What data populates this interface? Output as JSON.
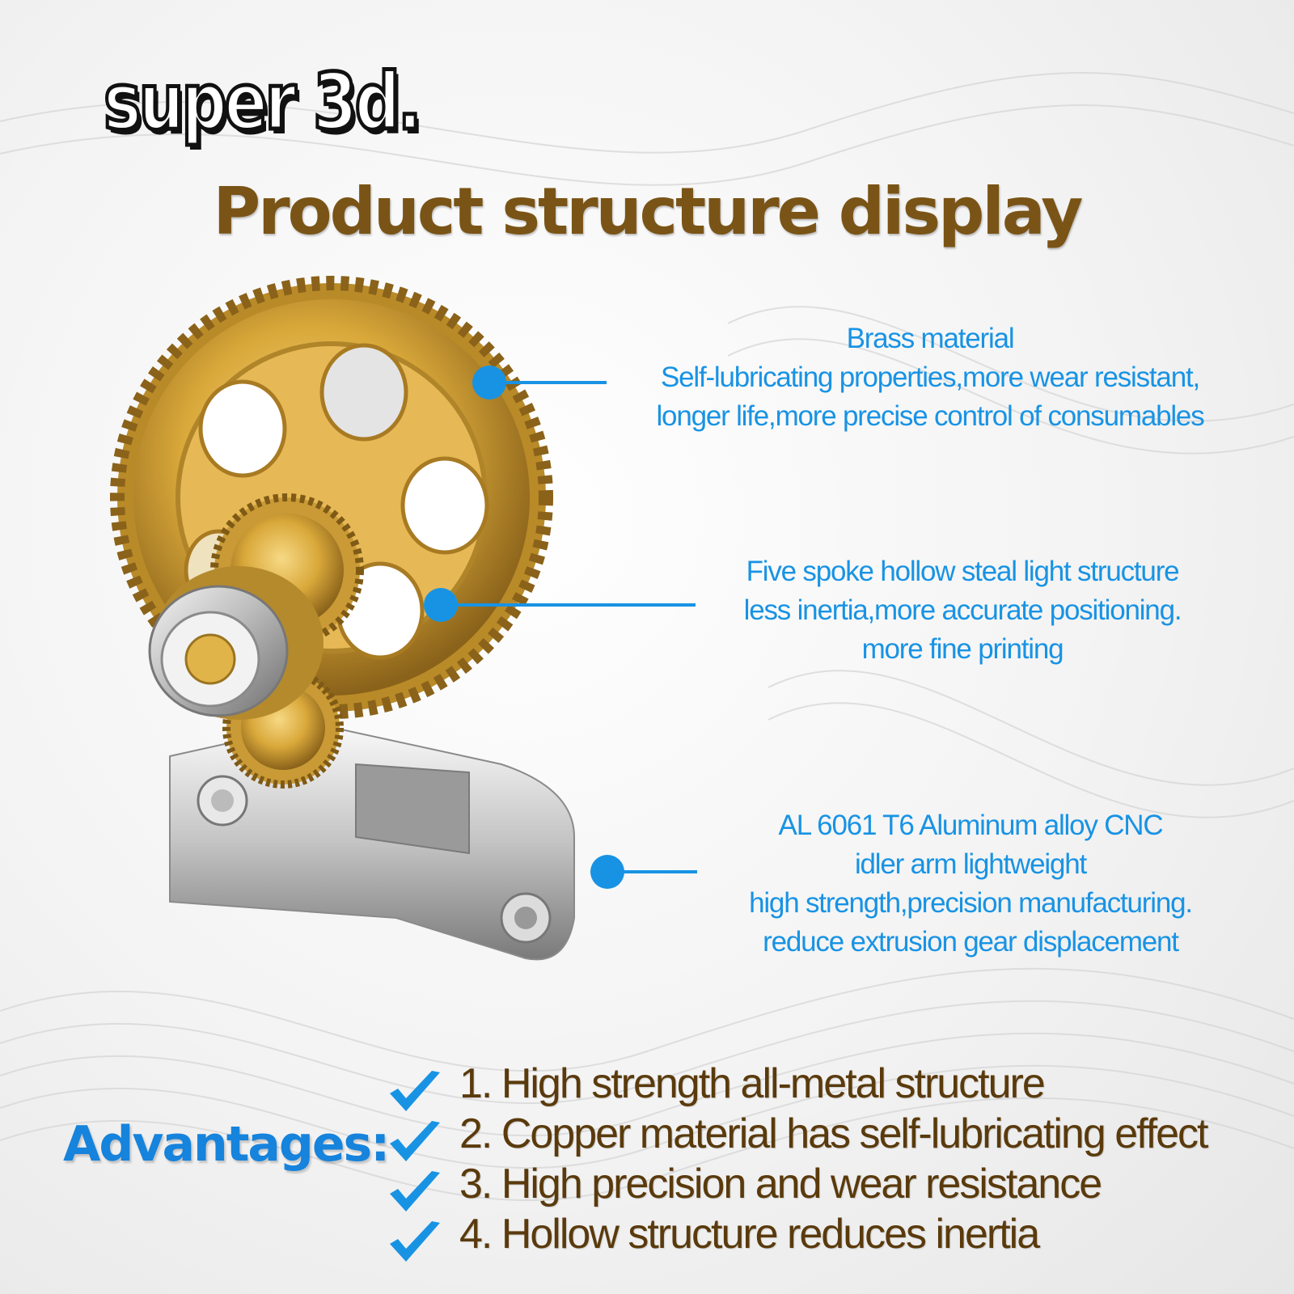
{
  "brand": "super 3d.",
  "headline": "Product structure display",
  "callouts": [
    {
      "lines": [
        "Brass material",
        "Self-lubricating properties,more wear resistant,",
        "longer life,more precise control of consumables"
      ]
    },
    {
      "lines": [
        "Five spoke hollow steal light structure",
        "less inertia,more accurate positioning.",
        "more fine printing"
      ]
    },
    {
      "lines": [
        "AL 6061 T6 Aluminum alloy CNC",
        "idler arm lightweight",
        "high strength,precision manufacturing.",
        "reduce extrusion gear displacement"
      ]
    }
  ],
  "advantages": {
    "label": "Advantages:",
    "items": [
      "1. High strength all-metal structure",
      "2. Copper material has self-lubricating effect",
      "3. High precision and wear resistance",
      "4. Hollow structure reduces inertia"
    ]
  },
  "colors": {
    "accent_blue": "#1893e4",
    "brass": "#d9a83a",
    "headline_brown": "#7a5416"
  }
}
